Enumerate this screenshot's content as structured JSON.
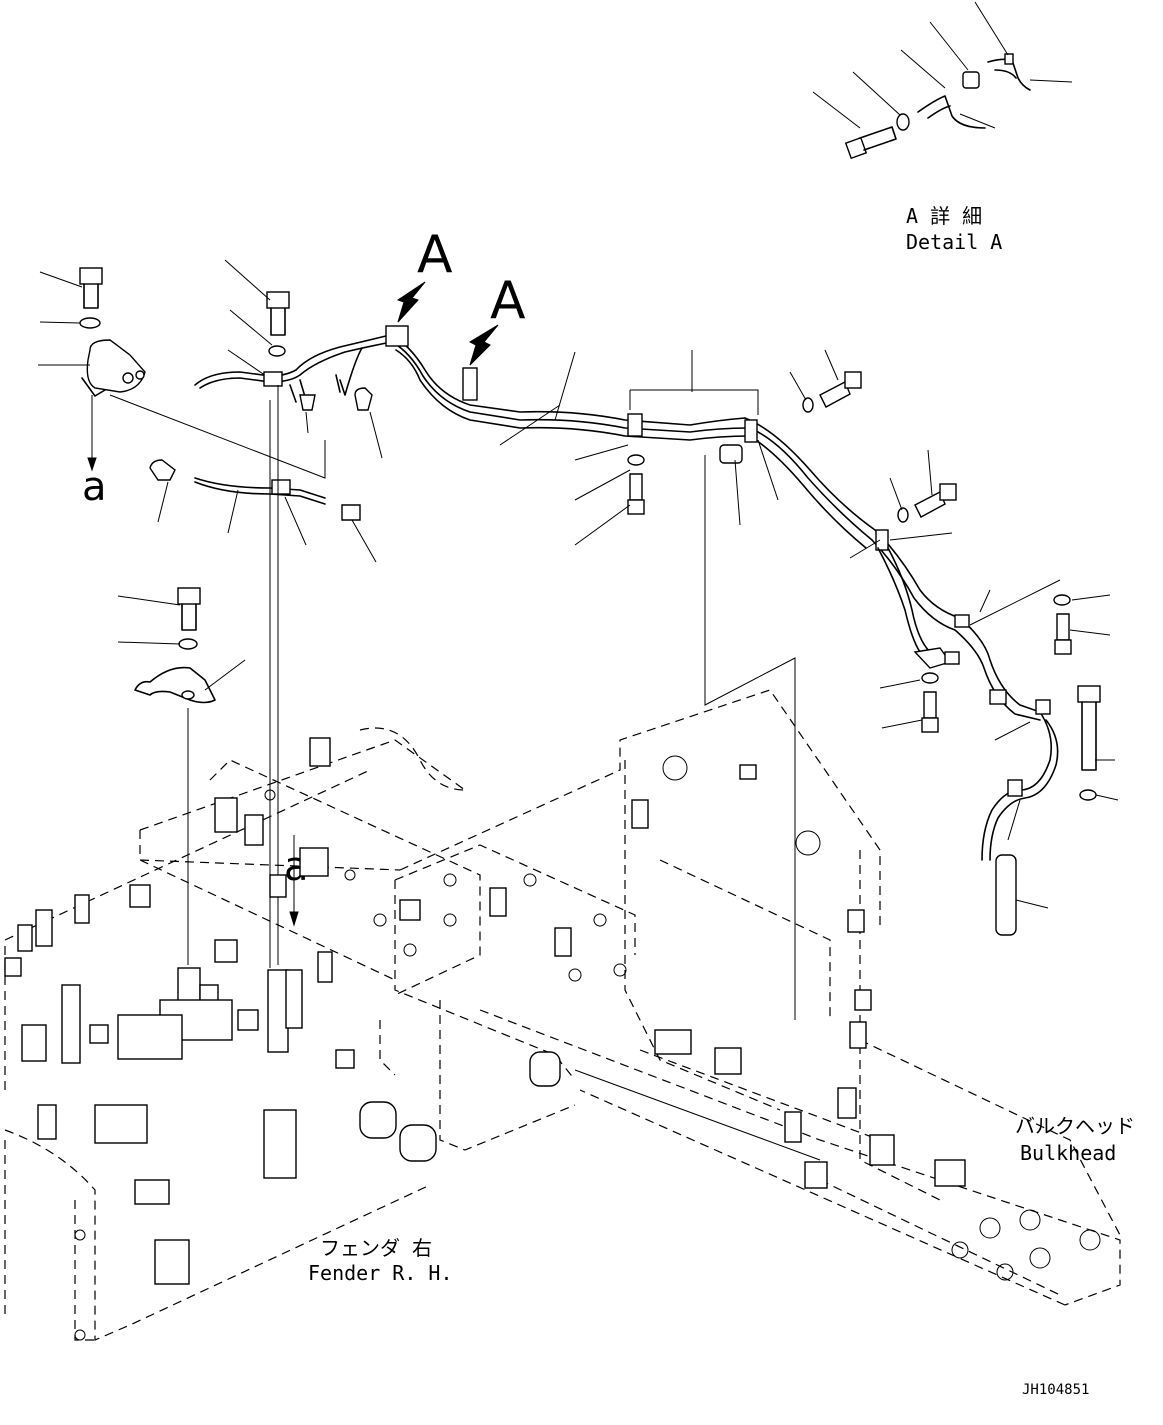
{
  "labels": {
    "detail_a_jp": "A 詳 細",
    "detail_a_en": "Detail A",
    "view_a_1": "A",
    "view_a_2": "A",
    "ref_a_top": "a",
    "ref_a_bottom": "a",
    "bulkhead_jp": "バルクヘッド",
    "bulkhead_en": "Bulkhead",
    "fender_jp": "フェンダ 右",
    "fender_en": "Fender R. H.",
    "drawing_id": "JH104851"
  }
}
